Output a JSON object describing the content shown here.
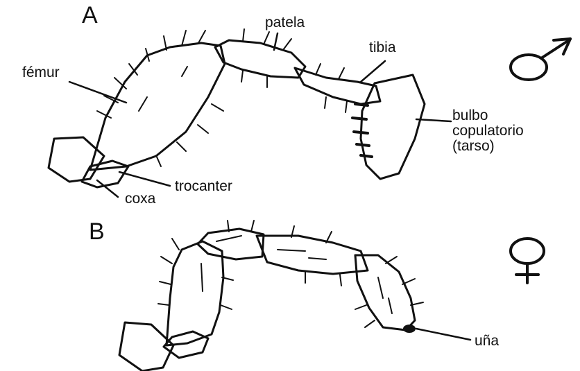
{
  "panel_a": {
    "letter": "A",
    "sex_symbol": "male-symbol",
    "labels": {
      "femur": "fémur",
      "patela": "patela",
      "tibia": "tibia",
      "bulbo_line1": "bulbo",
      "bulbo_line2": "copulatorio",
      "bulbo_line3": "(tarso)",
      "trocanter": "trocanter",
      "coxa": "coxa"
    }
  },
  "panel_b": {
    "letter": "B",
    "sex_symbol": "female-symbol",
    "labels": {
      "una": "uña"
    }
  },
  "colors": {
    "ink": "#111111",
    "background": "#ffffff"
  }
}
